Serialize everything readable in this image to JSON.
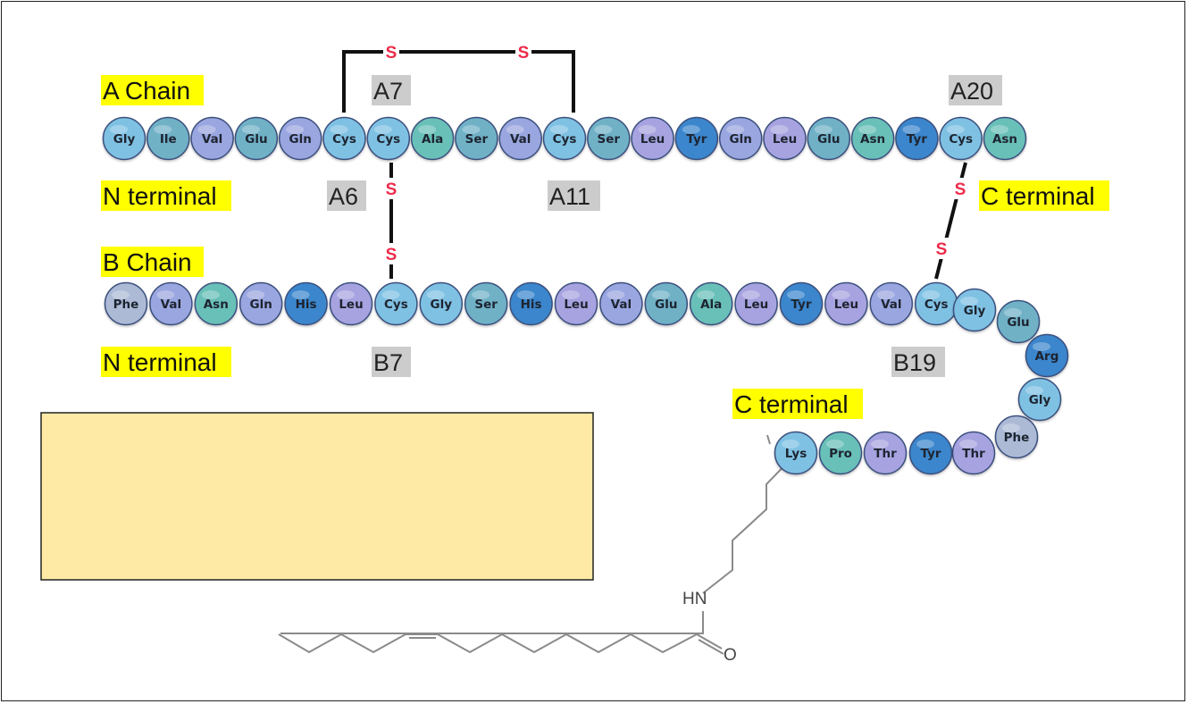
{
  "colors": {
    "highlight_yellow": "#ffff00",
    "highlight_gray": "#cccccc",
    "disulfide_s": "#ee2b4a",
    "box_fill": "#feeaa5",
    "residue_palette": [
      "#7fc1e3",
      "#6fb1c6",
      "#9aa6e0",
      "#3b86cc",
      "#69c0b8",
      "#acbad6",
      "#a7a3e0"
    ]
  },
  "labels": {
    "a_chain": "A Chain",
    "b_chain": "B Chain",
    "a_n_terminal": "N terminal",
    "b_n_terminal": "N terminal",
    "a_c_terminal": "C terminal",
    "b_c_terminal": "C terminal",
    "a7": "A7",
    "a6": "A6",
    "a11": "A11",
    "a20": "A20",
    "b7": "B7",
    "b19": "B19",
    "sulfur": "S",
    "amide_nh": "HN",
    "carbonyl_o": "O"
  },
  "a_chain": [
    "Gly",
    "Ile",
    "Val",
    "Glu",
    "Gln",
    "Cys",
    "Cys",
    "Ala",
    "Ser",
    "Val",
    "Cys",
    "Ser",
    "Leu",
    "Tyr",
    "Gln",
    "Leu",
    "Glu",
    "Asn",
    "Tyr",
    "Cys",
    "Asn"
  ],
  "b_chain": [
    "Phe",
    "Val",
    "Asn",
    "Gln",
    "His",
    "Leu",
    "Cys",
    "Gly",
    "Ser",
    "His",
    "Leu",
    "Val",
    "Glu",
    "Ala",
    "Leu",
    "Tyr",
    "Leu",
    "Val",
    "Cys",
    "Gly",
    "Glu",
    "Arg",
    "Gly",
    "Phe",
    "Thr",
    "Tyr",
    "Thr",
    "Pro",
    "Lys"
  ]
}
